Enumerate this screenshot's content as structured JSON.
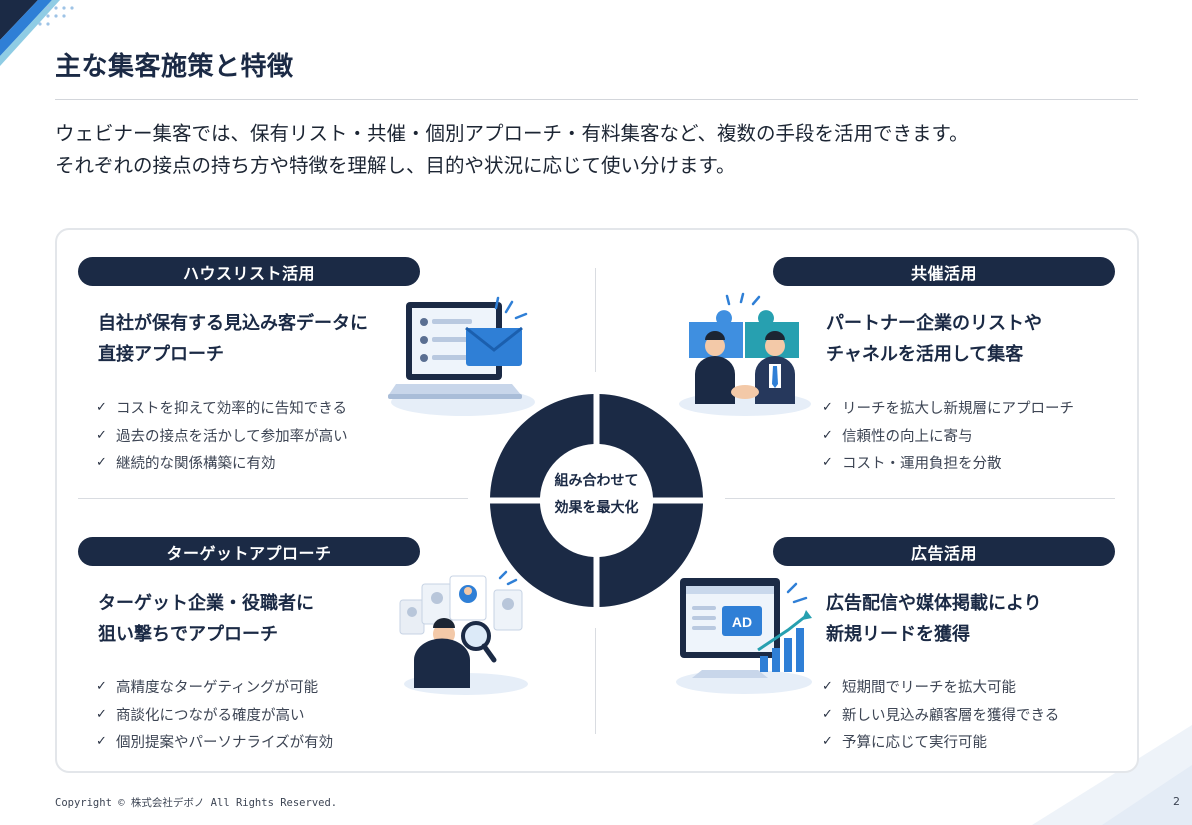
{
  "title": "主な集客施策と特徴",
  "intro": {
    "line1": "ウェビナー集客では、保有リスト・共催・個別アプローチ・有料集客など、複数の手段を活用できます。",
    "line2": "それぞれの接点の持ち方や特徴を理解し、目的や状況に応じて使い分けます。"
  },
  "center": {
    "line1": "組み合わせて",
    "line2": "効果を最大化"
  },
  "quadrants": {
    "house": {
      "label": "ハウスリスト活用",
      "headline1": "自社が保有する見込み客データに",
      "headline2": "直接アプローチ",
      "points": [
        "コストを抑えて効率的に告知できる",
        "過去の接点を活かして参加率が高い",
        "継続的な関係構築に有効"
      ],
      "icon": "laptop-mail-icon"
    },
    "cohost": {
      "label": "共催活用",
      "headline1": "パートナー企業のリストや",
      "headline2": "チャネルを活用して集客",
      "points": [
        "リーチを拡大し新規層にアプローチ",
        "信頼性の向上に寄与",
        "コスト・運用負担を分散"
      ],
      "icon": "handshake-puzzle-icon"
    },
    "target": {
      "label": "ターゲットアプローチ",
      "headline1": "ターゲット企業・役職者に",
      "headline2": "狙い撃ちでアプローチ",
      "points": [
        "高精度なターゲティングが可能",
        "商談化につながる確度が高い",
        "個別提案やパーソナライズが有効"
      ],
      "icon": "magnifier-profile-icon"
    },
    "ads": {
      "label": "広告活用",
      "headline1": "広告配信や媒体掲載により",
      "headline2": "新規リードを獲得",
      "points": [
        "短期間でリーチを拡大可能",
        "新しい見込み顧客層を獲得できる",
        "予算に応じて実行可能"
      ],
      "icon": "ad-growth-chart-icon",
      "ad_text": "AD"
    }
  },
  "check_mark": "✓",
  "footer": {
    "copyright": "Copyright © 株式会社デボノ All Rights Reserved.",
    "page": "2"
  },
  "colors": {
    "navy": "#1b2a45",
    "accent": "#2f7fd6",
    "teal": "#27a0b0"
  }
}
